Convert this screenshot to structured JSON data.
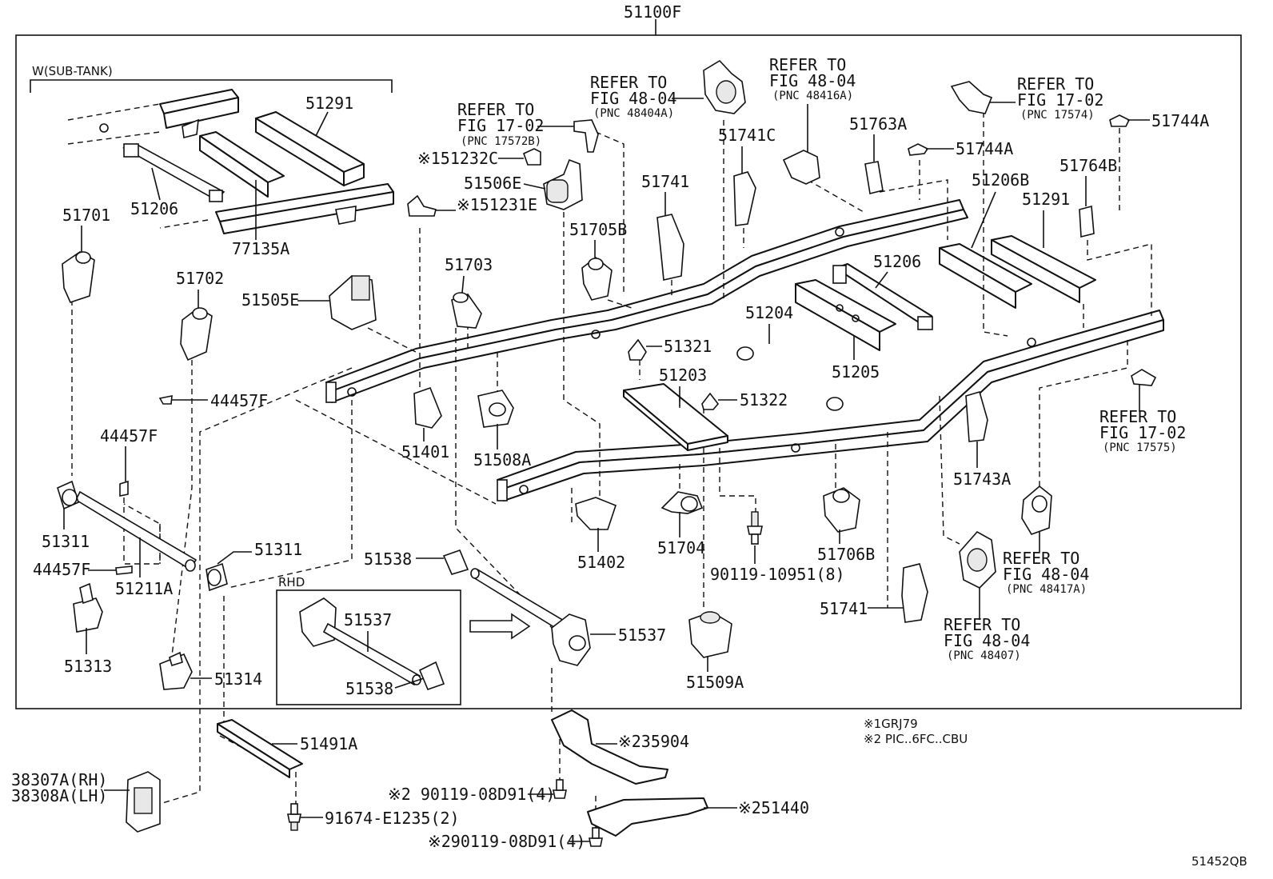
{
  "diagram": {
    "labels": {
      "assembly": "51100F",
      "sub_tank": "W(SUB-TANK)",
      "rhd": "RHD",
      "p51291_top": "51291",
      "p51206_top": "51206",
      "p77135A": "77135A",
      "p51701": "51701",
      "p51702": "51702",
      "p51505E": "51505E",
      "p51703": "51703",
      "p51401": "51401",
      "p51508A": "51508A",
      "p44457F_a": "44457F",
      "p44457F_b": "44457F",
      "p44457F_c": "44457F",
      "p51311_a": "51311",
      "p51311_b": "51311",
      "p51211A": "51211A",
      "p51313": "51313",
      "p51314": "51314",
      "p51538_a": "51538",
      "p51538_b": "51538",
      "p51537_a": "51537",
      "p51537_b": "51537",
      "p51506E": "51506E",
      "p51232C": "※151232C",
      "p51231E": "※151231E",
      "ref_17572B_1": "REFER TO",
      "ref_17572B_2": "FIG 17-02",
      "ref_17572B_3": "(PNC 17572B)",
      "ref_48404A_1": "REFER TO",
      "ref_48404A_2": "FIG 48-04",
      "ref_48404A_3": "(PNC 48404A)",
      "ref_48416A_1": "REFER TO",
      "ref_48416A_2": "FIG 48-04",
      "ref_48416A_3": "(PNC 48416A)",
      "ref_17574_1": "REFER TO",
      "ref_17574_2": "FIG 17-02",
      "ref_17574_3": "(PNC 17574)",
      "ref_17575_1": "REFER TO",
      "ref_17575_2": "FIG 17-02",
      "ref_17575_3": "(PNC 17575)",
      "ref_48417A_1": "REFER TO",
      "ref_48417A_2": "FIG 48-04",
      "ref_48417A_3": "(PNC 48417A)",
      "ref_48407_1": "REFER TO",
      "ref_48407_2": "FIG 48-04",
      "ref_48407_3": "(PNC 48407)",
      "p51741C": "51741C",
      "p51741_a": "51741",
      "p51741_b": "51741",
      "p51705B": "51705B",
      "p51763A": "51763A",
      "p51744A_a": "51744A",
      "p51744A_b": "51744A",
      "p51764B": "51764B",
      "p51206B": "51206B",
      "p51291_right": "51291",
      "p51206_mid": "51206",
      "p51204": "51204",
      "p51205": "51205",
      "p51321": "51321",
      "p51203": "51203",
      "p51322": "51322",
      "p51743A": "51743A",
      "p51402": "51402",
      "p51704": "51704",
      "p90119_10951": "90119-10951(8)",
      "p51706B": "51706B",
      "p51509A": "51509A",
      "p51491A": "51491A",
      "p38307A": "38307A(RH)",
      "p38308A": "38308A(LH)",
      "p91674": "91674-E1235(2)",
      "p35904": "※235904",
      "p90119_08D91_a": "※2 90119-08D91(4)",
      "p90119_08D91_b": "※290119-08D91(4)",
      "p51440": "※251440",
      "note1": "※1GRJ79",
      "note2": "※2 PIC..6FC..CBU",
      "drawing_no": "51452QB"
    }
  }
}
